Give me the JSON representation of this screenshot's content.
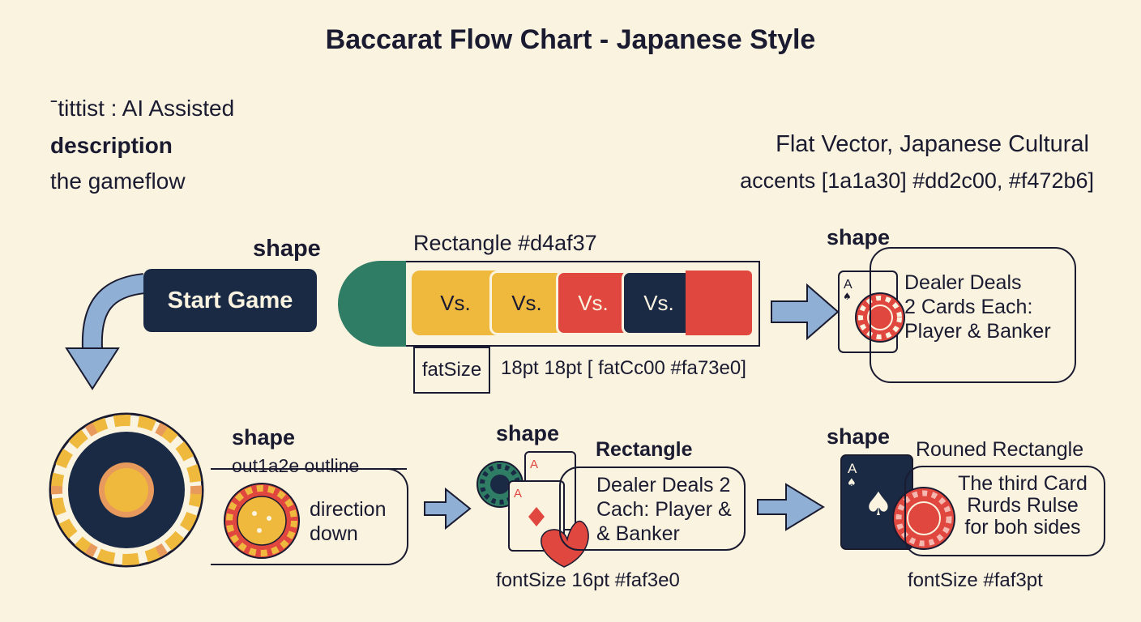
{
  "title": "Baccarat Flow Chart - Japanese Style",
  "meta": {
    "artist": "ˉtittist : AI Assisted",
    "description_label": "description",
    "description_text": "the gameflow"
  },
  "style": {
    "line1": "Flat Vector, Japanese Cultural",
    "line2": "accents [1a1a30] #dd2c00, #f472b6]"
  },
  "start": {
    "shape_label": "shape",
    "button": "Start Game"
  },
  "bar": {
    "label": "Rectangle #d4af37",
    "segments": [
      "Vs.",
      "Vs.",
      "Vs.",
      "Vs."
    ],
    "font_box": "fatSize",
    "font_text": "18pt 18pt [ fatCc00 #fa73e0]"
  },
  "dealer1": {
    "shape_label": "shape",
    "lines": [
      "Dealer Deals",
      "2 Cards Each:",
      "Player & Banker"
    ]
  },
  "chip_step": {
    "shape_label": "shape",
    "outline": "out1a2e outline",
    "lines": [
      "direction",
      "down"
    ]
  },
  "dealer2": {
    "shape_label": "shape",
    "rect_label": "Rectangle",
    "lines": [
      "Dealer Deals 2",
      "Cach: Player &",
      "& Banker"
    ],
    "font": "fontSize 16pt #faf3e0"
  },
  "third": {
    "shape_label": "shape",
    "rect_label": "Rouned Rectangle",
    "lines": [
      "The third Card",
      "Rurds Rulse",
      "for boh sides"
    ],
    "font": "fontSize #faf3pt"
  },
  "cards": {
    "rank": "A"
  },
  "colors": {
    "bg": "#faf3e0",
    "navy": "#1a2a45",
    "gold": "#efb93e",
    "red": "#e0473f",
    "teal": "#2e7d64",
    "arrow": "#8fb0d4",
    "orange": "#e89a5c"
  }
}
